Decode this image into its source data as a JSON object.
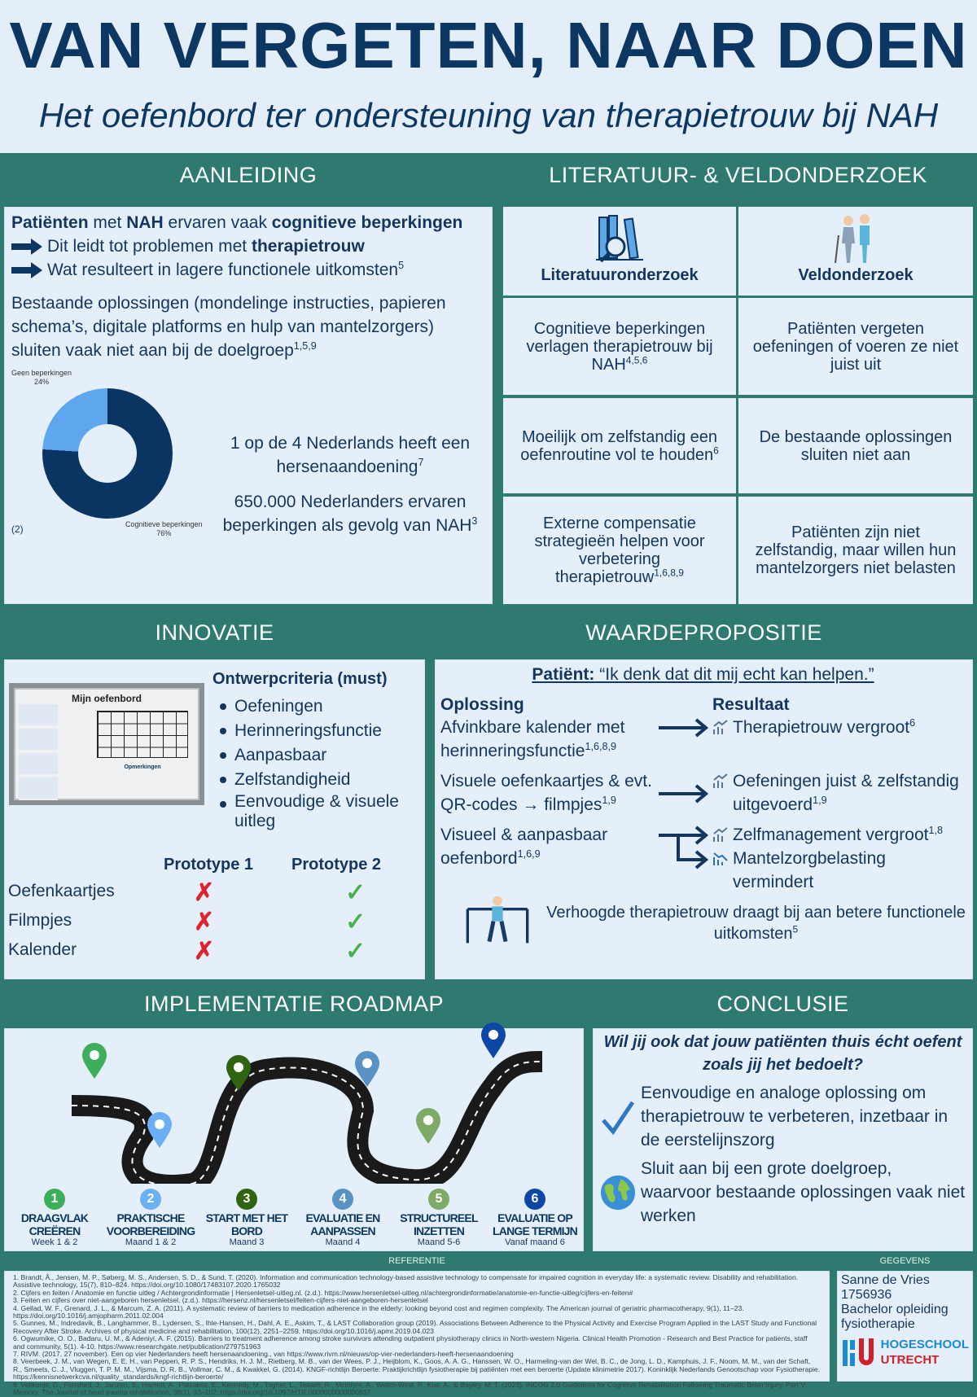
{
  "header": {
    "title": "VAN VERGETEN, NAAR DOEN",
    "subtitle": "Het oefenbord ter ondersteuning van therapietrouw bij NAH"
  },
  "aanleiding": {
    "heading": "AANLEIDING",
    "intro_b1": "Patiënten",
    "intro_t1": " met ",
    "intro_b2": "NAH",
    "intro_t2": " ervaren vaak ",
    "intro_b3": "cognitieve beperkingen",
    "arrow1_t": "Dit leidt tot problemen met ",
    "arrow1_b": "therapietrouw",
    "arrow2_t": "Wat resulteert in lagere functionele uitkomsten",
    "arrow2_sup": "5",
    "existing": "Bestaande oplossingen (mondelinge instructies, papieren schema’s, digitale platforms en hulp van mantelzorgers) sluiten vaak niet aan bij de doelgroep",
    "existing_sup": "1,5,9",
    "stat1": "1 op de 4 Nederlands heeft een hersenaandoening",
    "stat1_sup": "7",
    "stat2": "650.000 Nederlanders ervaren beperkingen als gevolg van NAH",
    "stat2_sup": "3",
    "chart_source": "(2)"
  },
  "chart_data": {
    "type": "pie",
    "title": "",
    "slices": [
      {
        "label": "Geen beperkingen",
        "value": 24,
        "display": "24%",
        "color": "#5ea6ee"
      },
      {
        "label": "Cognitieve beperkingen",
        "value": 76,
        "display": "76%",
        "color": "#0a3461"
      }
    ],
    "donut": true
  },
  "literatuur": {
    "heading": "LITERATUUR- & VELDONDERZOEK",
    "col1_title": "Literatuuronderzoek",
    "col2_title": "Veldonderzoek",
    "rows": [
      {
        "lit": "Cognitieve beperkingen verlagen therapietrouw bij NAH",
        "lit_sup": "4,5,6",
        "veld": "Patiënten vergeten oefeningen of voeren ze niet juist uit"
      },
      {
        "lit": "Moeilijk om zelfstandig een oefenroutine vol te houden",
        "lit_sup": "6",
        "veld": "De bestaande oplossingen sluiten niet aan"
      },
      {
        "lit": "Externe compensatie strategieën helpen voor verbetering therapietrouw",
        "lit_sup": "1,6,8,9",
        "veld": "Patiënten zijn niet zelfstandig, maar willen hun mantelzorgers niet belasten"
      }
    ]
  },
  "innovatie": {
    "heading": "INNOVATIE",
    "board_title": "Mijn oefenbord",
    "board_notes": "Opmerkingen",
    "criteria_title": "Ontwerpcriteria (must)",
    "criteria": [
      "Oefeningen",
      "Herinneringsfunctie",
      "Aanpasbaar",
      "Zelfstandigheid",
      "Eenvoudige & visuele uitleg"
    ],
    "proto1": "Prototype 1",
    "proto2": "Prototype 2",
    "features": [
      {
        "label": "Oefenkaartjes",
        "p1": false,
        "p2": true
      },
      {
        "label": "Filmpjes",
        "p1": false,
        "p2": true
      },
      {
        "label": "Kalender",
        "p1": false,
        "p2": true
      }
    ]
  },
  "waarde": {
    "heading": "WAARDEPROPOSITIE",
    "quote_b": "Patiënt:",
    "quote": " “Ik denk dat dit mij echt kan helpen.”",
    "col1": "Oplossing",
    "col2": "Resultaat",
    "s1": "Afvinkbare kalender met herinneringsfunctie",
    "s1_sup": "1,6,8,9",
    "r1": "Therapietrouw vergroot",
    "r1_sup": "6",
    "s2": "Visuele oefenkaartjes & evt. QR-codes → filmpjes",
    "s2_sup": "1,9",
    "r2": "Oefeningen juist & zelfstandig uitgevoerd",
    "r2_sup": "1,9",
    "s3": "Visueel & aanpasbaar oefenbord",
    "s3_sup": "1,6,9",
    "r3a": "Zelfmanagement vergroot",
    "r3a_sup": "1,8",
    "r3b": "Mantelzorgbelasting vermindert",
    "footer": "Verhoogde therapietrouw draagt bij aan betere functionele uitkomsten",
    "footer_sup": "5"
  },
  "roadmap": {
    "heading": "IMPLEMENTATIE ROADMAP",
    "steps": [
      {
        "n": "1",
        "label": "DRAAGVLAK CREËREN",
        "when": "Week 1 & 2",
        "color": "#3daf5a"
      },
      {
        "n": "2",
        "label": "PRAKTISCHE VOORBEREIDING",
        "when": "Maand 1 & 2",
        "color": "#6bb0f2"
      },
      {
        "n": "3",
        "label": "START MET HET BORD",
        "when": "Maand 3",
        "color": "#2f6510"
      },
      {
        "n": "4",
        "label": "EVALUATIE EN AANPASSEN",
        "when": "Maand 4",
        "color": "#5893c4"
      },
      {
        "n": "5",
        "label": "STRUCTUREEL INZETTEN",
        "when": "Maand 5-6",
        "color": "#7eaa68"
      },
      {
        "n": "6",
        "label": "EVALUATIE OP LANGE TERMIJN",
        "when": "Vanaf maand 6",
        "color": "#0c47a6"
      }
    ]
  },
  "conclusie": {
    "heading": "CONCLUSIE",
    "question": "Wil jij ook dat jouw patiënten thuis écht oefent zoals jij het bedoelt?",
    "p1": "Eenvoudige en analoge oplossing om therapietrouw te verbeteren, inzetbaar in de eerstelijnszorg",
    "p2": "Sluit aan bij een grote doelgroep, waarvoor bestaande oplossingen vaak niet werken"
  },
  "referentie": {
    "heading": "REFERENTIE",
    "items": [
      "1. Brandt, Å., Jensen, M. P., Søberg, M. S., Andersen, S. D., & Sund, T. (2020). Information and communication technology-based assistive technology to compensate for impaired cognition in everyday life: a systematic review. Disability and rehabilitation. Assistive technology, 15(7), 810–824. https://doi.org/10.1080/17483107.2020.1765032",
      "2. Cijfers en feiten / Anatomie en functie uitleg / Achtergrondinformatie | Hersenletsel-uitleg.nl. (z.d.). https://www.hersenletsel-uitleg.nl/achtergrondinformatie/anatomie-en-functie-uitleg/cijfers-en-feiten#",
      "3. Feiten en cijfers over niet-aangeboren hersenletsel. (z.d.). https://hersenz.nl/hersenletsel/feiten-cijfers-niet-aangeboren-hersenletsel",
      "4. Gellad, W. F., Grenard, J. L., & Marcum, Z. A. (2011). A systematic review of barriers to medication adherence in the elderly: looking beyond cost and regimen complexity. The American journal of geriatric pharmacotherapy, 9(1), 11–23. https://doi.org/10.1016/j.amjopharm.2011.02.004",
      "5. Gunnes, M., Indredavik, B., Langhammer, B., Lydersen, S., Ihle-Hansen, H., Dahl, A. E., Askim, T., & LAST Collaboration group (2019). Associations Between Adherence to the Physical Activity and Exercise Program Applied in the LAST Study and Functional Recovery After Stroke. Archives of physical medicine and rehabilitation, 100(12), 2251–2259. https://doi.org/10.1016/j.apmr.2019.04.023",
      "6. Ogwumike, O. O., Badaru, U. M., & Adeniyi, A. F. (2015). Barriers to treatment adherence among stroke survivors attending outpatient physiotherapy clinics in North-western Nigeria. Clinical Health Promotion - Research and Best Practice for patients, staff and community, 5(1). 4-10. https://www.researchgate.net/publication/279751963",
      "7. RIVM. (2017, 27 november). Een op vier Nederlanders heeft hersenaandoening., van https://www.rivm.nl/nieuws/op-vier-nederlanders-heeft-hersenaandoening",
      "8. Veerbeek, J. M., van Wegen, E. E. H., van Peppen, R. P. S., Hendriks, H. J. M., Rietberg, M. B., van der Wees, P. J., Heijblom, K., Goos, A. A. G., Hanssen, W. O., Harmeling-van der Wel, B. C., de Jong, L. D., Kamphuis, J. F., Noom, M. M., van der Schaft, R., Smeets, C. J., Vluggen, T. P. M. M., Vijsma, D. R. B., Vollmar, C. M., & Kwakkel, G. (2014). KNGF-richtlijn Beroerte: Praktijkrichtlijn fysiotherapie bij patiënten met een beroerte (Update klinimetrie 2017). Koninklijk Nederlands Genootschap voor Fysiotherapie. https://kennisnetwerkcva.nl/quality_standards/kngf-richtlijn-beroerte/",
      "9. Velikonja, D., Ponsford, J., Janzen, S., Harnett, A., Patsakos, E., Kennedy, M., Togher, L., Teasell, R., McIntyre, A., Welch-West, P., Kua, A., & Bayley, M. T. (2023). INCOG 2.0 Guidelines for Cognitive Rehabilitation Following Traumatic Brain Injury, Part V: Memory. The Journal of head trauma rehabilitation, 38(1), 83–102. https://doi.org/10.1097/HTR.0000000000000837"
    ]
  },
  "gegevens": {
    "heading": "GEGEVENS",
    "name": "Sanne de Vries",
    "number": "1756936",
    "program": "Bachelor opleiding fysiotherapie",
    "logo_line1": "HOGESCHOOL",
    "logo_line2": "UTRECHT"
  }
}
